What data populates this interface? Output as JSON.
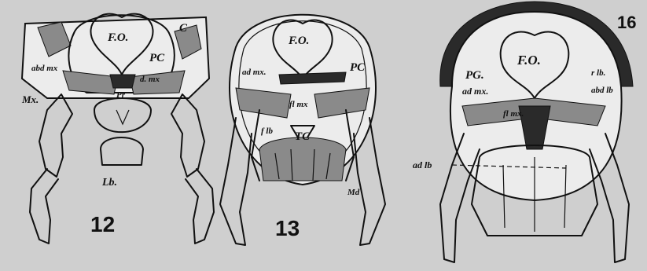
{
  "figures": [
    {
      "number": "12",
      "labels": {
        "foramen": "F.O.",
        "cardo": "C",
        "postgena": "PC",
        "abd_mx": "abd mx",
        "d_mx": "d. mx",
        "maxilla": "Mx.",
        "labium": "Lb.",
        "pr": "Pr"
      }
    },
    {
      "number": "13",
      "labels": {
        "foramen": "F.O.",
        "postgena": "PC",
        "ad_mx": "ad mx.",
        "fl_mx": "fl mx",
        "fl_lb": "f lb",
        "tc": "TC",
        "md": "Md"
      }
    },
    {
      "number": "16",
      "labels": {
        "foramen": "F.O.",
        "postgena": "PG.",
        "ad_mx": "ad mx.",
        "fl_mx": "fl mx.",
        "r_lb": "r lb.",
        "abd_lb": "abd lb",
        "ad_lb": "ad lb"
      }
    }
  ]
}
